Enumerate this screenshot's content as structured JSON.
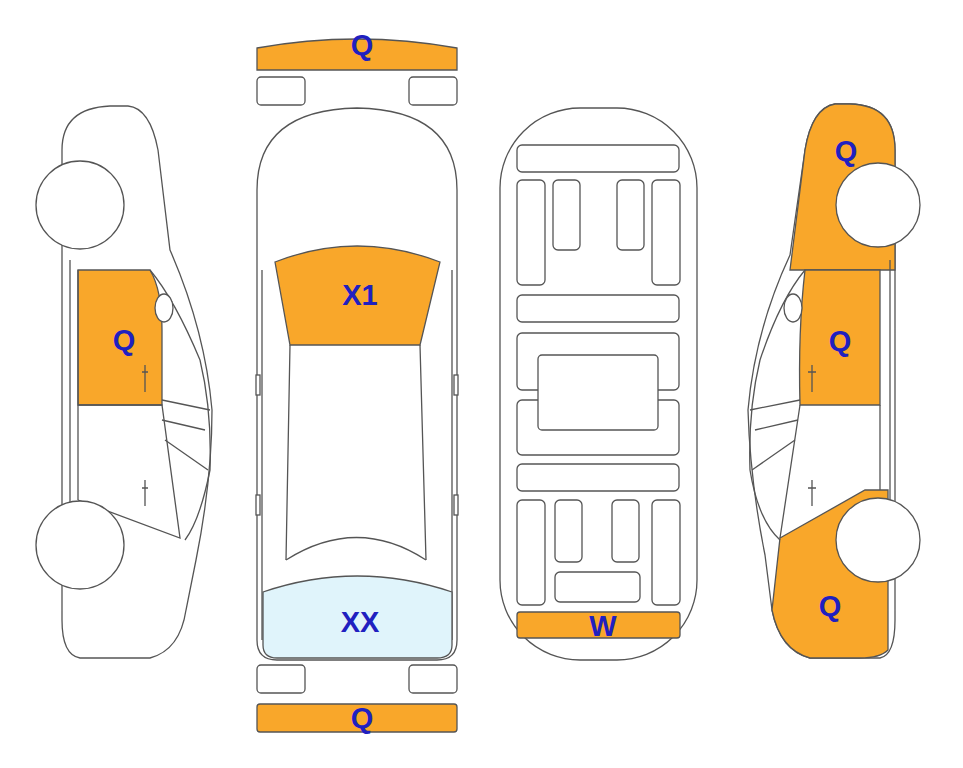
{
  "diagram": {
    "labels": [
      "Q",
      "Q",
      "X1",
      "Q",
      "Q",
      "Q",
      "XX",
      "W",
      "Q"
    ]
  }
}
